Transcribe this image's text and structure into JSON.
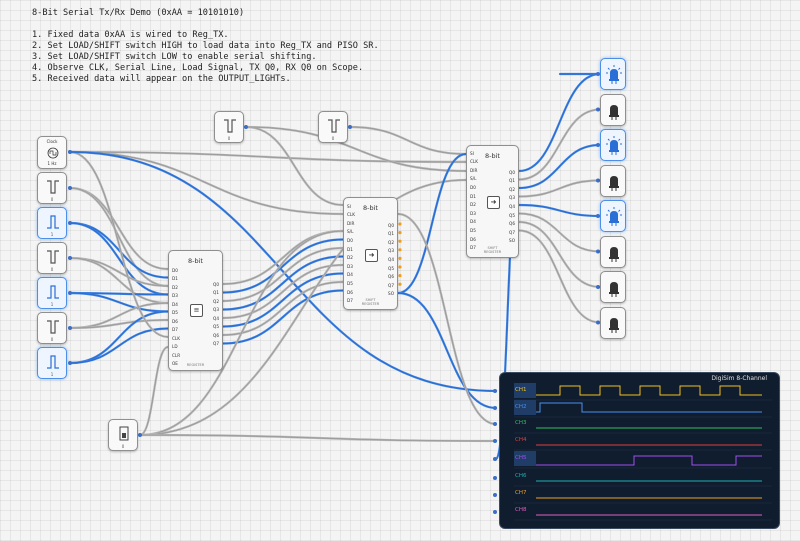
{
  "notes": {
    "title": "8-Bit Serial Tx/Rx Demo (0xAA = 10101010)",
    "lines": [
      "1. Fixed data 0xAA is wired to Reg_TX.",
      "2. Set LOAD/SHIFT switch HIGH to load data into Reg_TX and PISO SR.",
      "3. Set LOAD/SHIFT switch LOW to enable serial shifting.",
      "4. Observe CLK, Serial Line, Load Signal, TX Q0, RX Q0 on Scope.",
      "5. Received data will appear on the OUTPUT_LIGHTs."
    ]
  },
  "clock": {
    "name": "Clock",
    "freq": "1 Hz"
  },
  "switches": [
    {
      "value": "0",
      "state": "off"
    },
    {
      "value": "1",
      "state": "on"
    },
    {
      "value": "0",
      "state": "off"
    },
    {
      "value": "1",
      "state": "on"
    },
    {
      "value": "0",
      "state": "off"
    },
    {
      "value": "1",
      "state": "on"
    }
  ],
  "top_switches": [
    {
      "value": "0"
    },
    {
      "value": "0"
    }
  ],
  "load_switch": {
    "value": "0"
  },
  "register": {
    "title": "8-bit",
    "footer": "REGISTER",
    "left_pins": [
      "D0",
      "D1",
      "D2",
      "D3",
      "D4",
      "D5",
      "D6",
      "D7",
      "CLK",
      "LD",
      "CLR",
      "OE"
    ],
    "right_pins": [
      "Q0",
      "Q1",
      "Q2",
      "Q3",
      "Q4",
      "Q5",
      "Q6",
      "Q7"
    ]
  },
  "piso": {
    "title": "8-bit",
    "footer": "SHIFT\nREGISTER",
    "left_pins": [
      "SI",
      "CLK",
      "DIR",
      "S/L",
      "D0",
      "D1",
      "D2",
      "D3",
      "D4",
      "D5",
      "D6",
      "D7"
    ],
    "right_pins": [
      "Q0",
      "Q1",
      "Q2",
      "Q3",
      "Q4",
      "Q5",
      "Q6",
      "Q7",
      "SO"
    ]
  },
  "sipo": {
    "title": "8-bit",
    "footer": "SHIFT\nREGISTER",
    "left_pins": [
      "SI",
      "CLK",
      "DIR",
      "S/L",
      "D0",
      "D1",
      "D2",
      "D3",
      "D4",
      "D5",
      "D6",
      "D7"
    ],
    "right_pins": [
      "Q0",
      "Q1",
      "Q2",
      "Q3",
      "Q4",
      "Q5",
      "Q6",
      "Q7",
      "SO"
    ]
  },
  "leds": [
    {
      "state": "on"
    },
    {
      "state": "off"
    },
    {
      "state": "on"
    },
    {
      "state": "off"
    },
    {
      "state": "on"
    },
    {
      "state": "off"
    },
    {
      "state": "off"
    },
    {
      "state": "off"
    }
  ],
  "scope": {
    "title": "DigiSim 8-Channel",
    "channels": [
      {
        "label": "CH1",
        "color": "#f0c020",
        "active": true
      },
      {
        "label": "CH2",
        "color": "#4a90f0",
        "active": true
      },
      {
        "label": "CH3",
        "color": "#30c060",
        "active": false
      },
      {
        "label": "CH4",
        "color": "#e04040",
        "active": false
      },
      {
        "label": "CH5",
        "color": "#a050f0",
        "active": true
      },
      {
        "label": "CH6",
        "color": "#20b0b0",
        "active": false
      },
      {
        "label": "CH7",
        "color": "#f0a020",
        "active": false
      },
      {
        "label": "CH8",
        "color": "#e060c0",
        "active": false
      }
    ]
  }
}
